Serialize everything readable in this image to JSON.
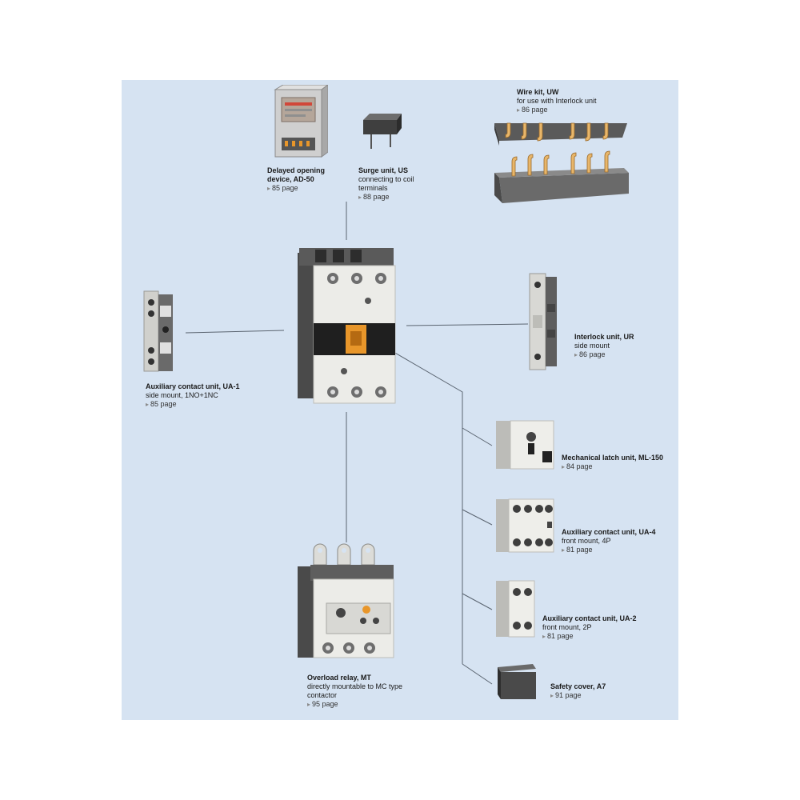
{
  "colors": {
    "background": "#d6e3f2",
    "device_light": "#e8e8e4",
    "device_dark": "#3e3e3e",
    "accent": "#e8962a",
    "line": "#5a6470"
  },
  "components": {
    "delayed_opening": {
      "title": "Delayed opening",
      "sub": "device, AD-50",
      "page": "85 page",
      "icon": "delayed-opening-device"
    },
    "surge_unit": {
      "title": "Surge unit, US",
      "sub1": "connecting to coil",
      "sub2": "terminals",
      "page": "88 page",
      "icon": "surge-unit"
    },
    "wire_kit": {
      "title": "Wire kit, UW",
      "sub": "for use with Interlock unit",
      "page": "86 page",
      "icon": "wire-kit"
    },
    "aux_ua1": {
      "title": "Auxiliary contact unit, UA-1",
      "sub": "side mount, 1NO+1NC",
      "page": "85 page",
      "icon": "side-auxiliary-contact"
    },
    "interlock_ur": {
      "title": "Interlock unit, UR",
      "sub": "side mount",
      "page": "86 page",
      "icon": "interlock-unit"
    },
    "latch_ml150": {
      "title": "Mechanical latch unit, ML-150",
      "page": "84 page",
      "icon": "mechanical-latch"
    },
    "aux_ua4": {
      "title": "Auxiliary contact unit, UA-4",
      "sub": "front mount, 4P",
      "page": "81 page",
      "icon": "front-auxiliary-4p"
    },
    "aux_ua2": {
      "title": "Auxiliary contact unit, UA-2",
      "sub": "front mount, 2P",
      "page": "81 page",
      "icon": "front-auxiliary-2p"
    },
    "safety_a7": {
      "title": "Safety cover, A7",
      "page": "91 page",
      "icon": "safety-cover"
    },
    "overload_mt": {
      "title": "Overload relay, MT",
      "sub1": "directly mountable to MC type",
      "sub2": "contactor",
      "page": "95 page",
      "icon": "overload-relay"
    },
    "contactor": {
      "icon": "magnetic-contactor"
    }
  }
}
